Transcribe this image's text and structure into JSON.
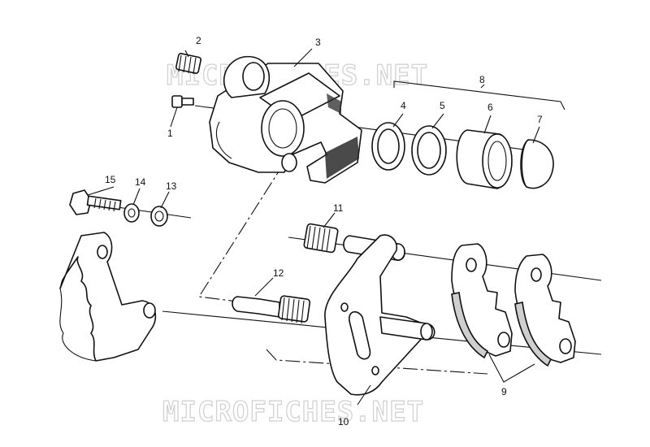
{
  "watermarks": {
    "top": "MICROFICHES.NET",
    "bottom": "MICROFICHES.NET"
  },
  "callouts": {
    "c1": "1",
    "c2": "2",
    "c3": "3",
    "c4": "4",
    "c5": "5",
    "c6": "6",
    "c7": "7",
    "c8": "8",
    "c9": "9",
    "c10": "10",
    "c11": "11",
    "c12": "12",
    "c13": "13",
    "c14": "14",
    "c15": "15"
  }
}
